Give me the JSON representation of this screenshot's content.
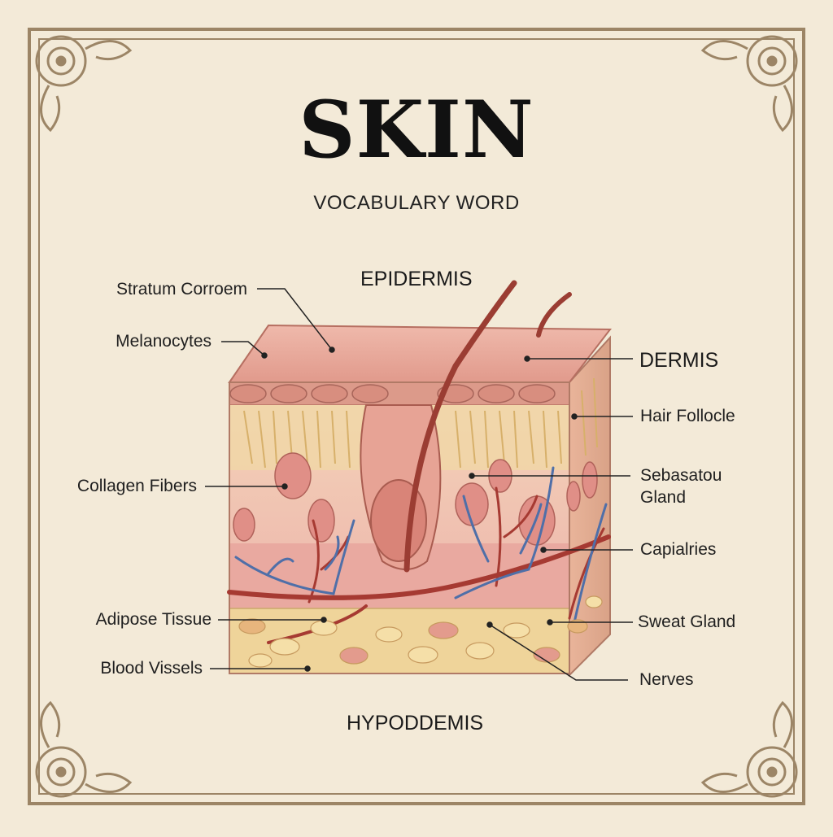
{
  "title": "SKIN",
  "subtitle": "VOCABULARY WORD",
  "layers": {
    "top": "EPIDERMIS",
    "right": "DERMIS",
    "bottom": "HYPODDEMIS"
  },
  "labels": {
    "stratum": "Stratum Corroem",
    "melanocytes": "Melanocytes",
    "collagen": "Collagen Fibers",
    "adipose": "Adipose Tissue",
    "blood": "Blood Vissels",
    "hair_follicle": "Hair Follocle",
    "sebaceous_1": "Sebasatou",
    "sebaceous_2": "Gland",
    "capillaries": "Capialries",
    "sweat": "Sweat Gland",
    "nerves": "Nerves"
  },
  "colors": {
    "parchment": "#f3ead8",
    "frame": "#9c8566",
    "epidermis": "#e8a598",
    "dermis": "#f2c9b8",
    "collagen": "#f0d7a6",
    "fat": "#efd49a",
    "artery": "#a63a32",
    "vein": "#4f6fa8"
  }
}
